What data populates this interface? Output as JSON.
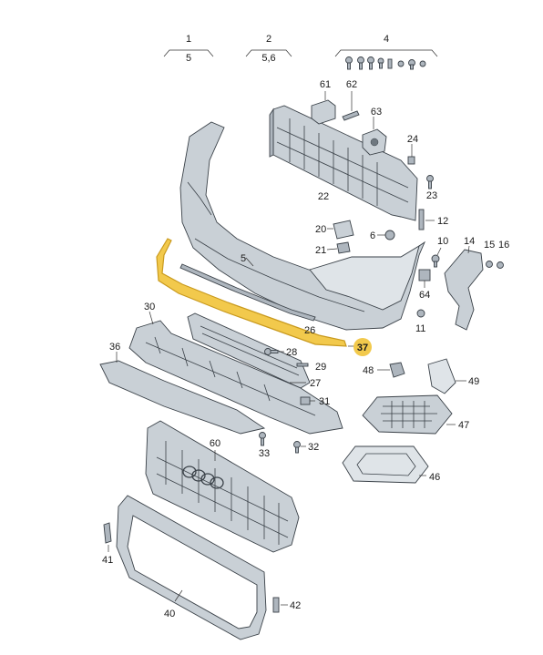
{
  "callouts": {
    "c1": "1",
    "c5a": "5",
    "c2": "2",
    "c56": "5,6",
    "c4": "4",
    "c61": "61",
    "c62": "62",
    "c63": "63",
    "c24": "24",
    "c22": "22",
    "c23": "23",
    "c12": "12",
    "c20": "20",
    "c21": "21",
    "c6": "6",
    "c10": "10",
    "c14": "14",
    "c15": "15",
    "c16": "16",
    "c5": "5",
    "c64": "64",
    "c11": "11",
    "c30": "30",
    "c26": "26",
    "c37": "37",
    "c36": "36",
    "c28": "28",
    "c29": "29",
    "c27": "27",
    "c48": "48",
    "c49": "49",
    "c31": "31",
    "c47": "47",
    "c33": "33",
    "c32": "32",
    "c60": "60",
    "c46": "46",
    "c41": "41",
    "c42": "42",
    "c40": "40"
  },
  "colors": {
    "highlight": "#f2c94c",
    "highlight_stroke": "#c99a1e",
    "part_fill": "#c9d0d6",
    "outline": "#3a4148"
  }
}
